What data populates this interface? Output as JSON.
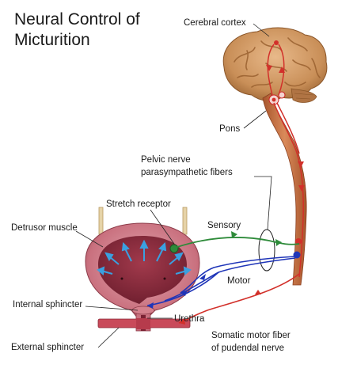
{
  "title": [
    "Neural Control of",
    "Micturition"
  ],
  "labels": {
    "cerebral_cortex": "Cerebral cortex",
    "pons": "Pons",
    "pelvic_nerve": [
      "Pelvic nerve",
      "parasympathetic fibers"
    ],
    "stretch_receptor": "Stretch receptor",
    "detrusor_muscle": "Detrusor muscle",
    "sensory": "Sensory",
    "motor": "Motor",
    "internal_sphincter": "Internal sphincter",
    "urethra": "Urethra",
    "external_sphincter": "External sphincter",
    "somatic_motor": [
      "Somatic motor fiber",
      "of pudendal nerve"
    ]
  },
  "colors": {
    "sensory_path": "#2e8b3a",
    "motor_path": "#1f35b8",
    "somatic_path": "#d2302a",
    "bladder": "#c9707e",
    "brain": "#c98f58"
  }
}
